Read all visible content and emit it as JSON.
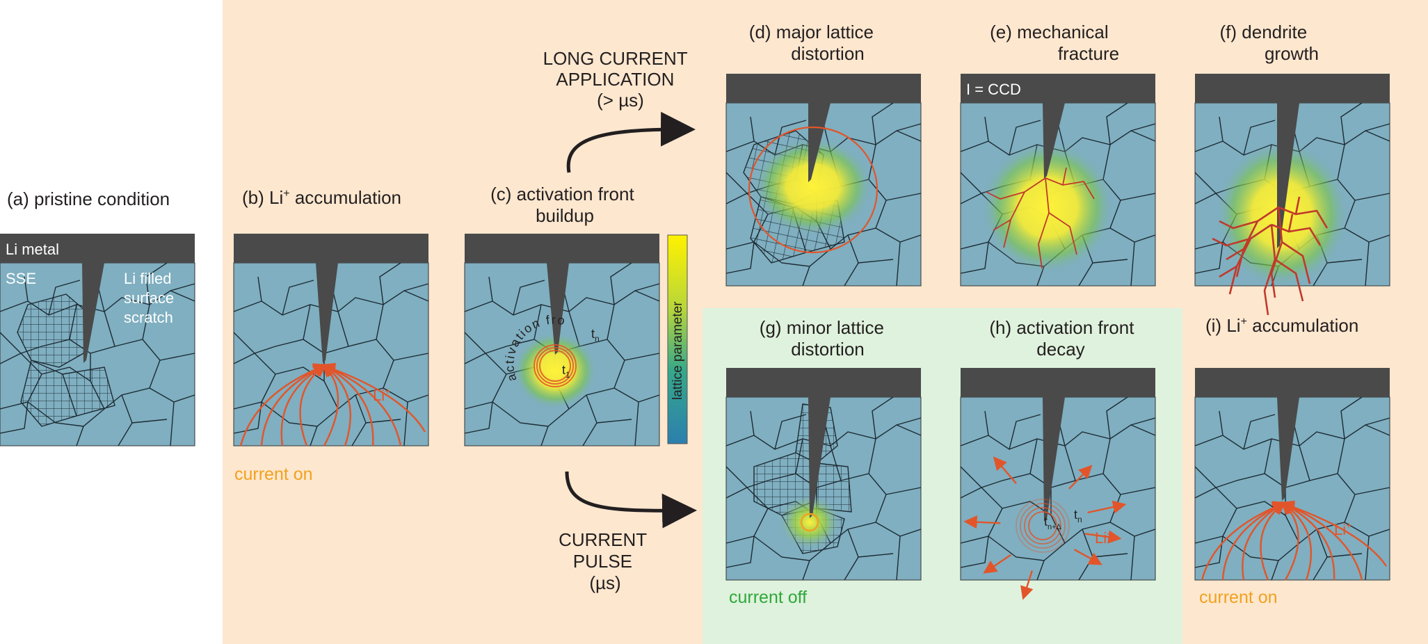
{
  "panels": {
    "a": {
      "title": "(a) pristine condition",
      "metal_label": "Li metal",
      "sse_label": "SSE",
      "scratch_label": [
        "Li filled",
        "surface",
        "scratch"
      ]
    },
    "b": {
      "title_prefix": "(b) Li",
      "title_sup": "+",
      "title_suffix": " accumulation",
      "ion_label": "Li",
      "ion_sup": "+",
      "condition": "current on"
    },
    "c": {
      "title": [
        "(c) activation front",
        "buildup"
      ],
      "front_label": "activation front",
      "t1": "t",
      "t1_sub": "1",
      "tn": "t",
      "tn_sub": "n",
      "colorbar_label": "lattice parameter"
    },
    "d": {
      "title": [
        "(d) major lattice",
        "distortion"
      ]
    },
    "e": {
      "title": [
        "(e) mechanical",
        "fracture"
      ],
      "metal_label": "I = CCD"
    },
    "f": {
      "title": [
        "(f) dendrite",
        "growth"
      ]
    },
    "g": {
      "title": [
        "(g) minor lattice",
        "distortion"
      ],
      "condition": "current off"
    },
    "h": {
      "title": [
        "(h) activation front",
        "decay"
      ],
      "tn_delta": "t",
      "tn_delta_sub": "n+Δ",
      "tn": "t",
      "tn_sub": "n",
      "ion_label": "Li",
      "ion_sup": "+"
    },
    "i": {
      "title_prefix": "(i) Li",
      "title_sup": "+",
      "title_suffix": " accumulation",
      "ion_label": "Li",
      "ion_sup": "+",
      "condition": "current on"
    }
  },
  "arrows": {
    "long": [
      "LONG CURRENT",
      "APPLICATION",
      "(> µs)"
    ],
    "pulse": [
      "CURRENT",
      "PULSE",
      "(µs)"
    ]
  },
  "colors": {
    "peach_bg": "#fde7cf",
    "green_bg": "#dff2dd",
    "sse": "#7fafc0",
    "metal": "#4a4a4a",
    "ion_arrow": "#e2552a",
    "current_on": "#f0a21e",
    "current_off": "#2ea83a",
    "grain_line": "#1d2a33"
  }
}
